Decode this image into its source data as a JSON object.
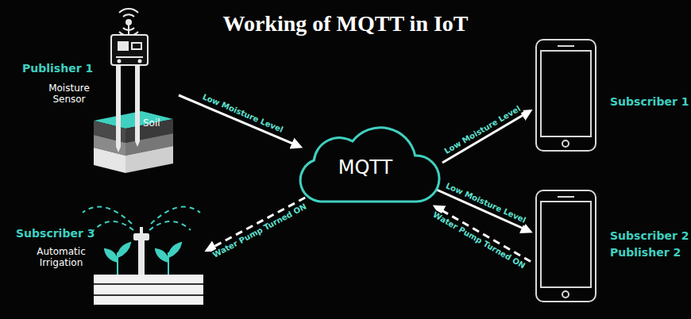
{
  "diagram": {
    "title": "Working of MQTT in IoT",
    "nodes": [
      {
        "text": [
          "Publisher 1",
          "Moisture Sensor"
        ]
      },
      {
        "text": [
          "MQTT"
        ]
      },
      {
        "text": [
          "Subscriber 1"
        ]
      },
      {
        "text": [
          "Subscriber 2",
          "Publisher 2"
        ]
      },
      {
        "text": [
          "Subscriber 3",
          "Automatic Irrigation"
        ]
      }
    ],
    "edges": [
      {
        "from": 0,
        "to": 1,
        "label": "Low Moisture Level",
        "arrow": "to"
      },
      {
        "from": 1,
        "to": 2,
        "label": "Low Moisture Level",
        "arrow": "to"
      },
      {
        "from": 1,
        "to": 3,
        "label": "Low Moisture Level",
        "arrow": "to"
      },
      {
        "from": 3,
        "to": 1,
        "label": "Water Pump Turned ON",
        "arrow": "to"
      },
      {
        "from": 1,
        "to": 4,
        "label": "Water Pump Turned ON",
        "arrow": "to"
      }
    ],
    "labels": [
      "Soil"
    ]
  }
}
